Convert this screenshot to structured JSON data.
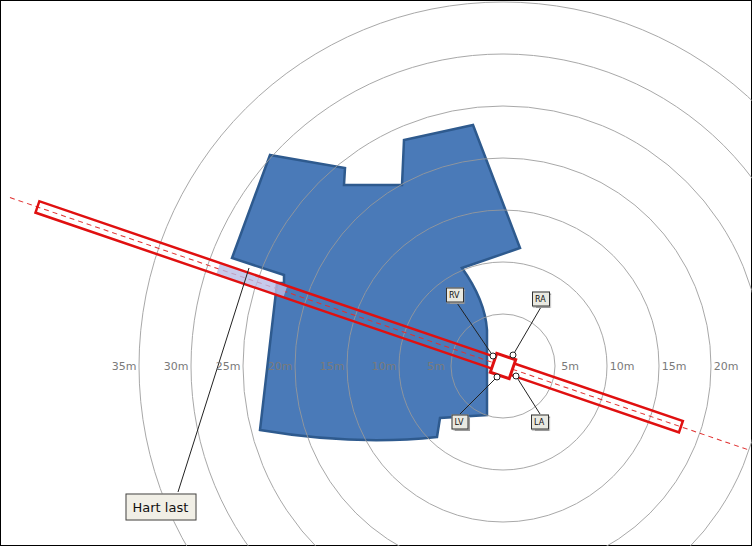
{
  "diagram": {
    "nodes": [
      {
        "text": [
          "RV"
        ]
      },
      {
        "text": [
          "RA"
        ]
      },
      {
        "text": [
          "LV"
        ]
      },
      {
        "text": [
          "LA"
        ]
      },
      {
        "text": [
          "Hart last"
        ]
      }
    ],
    "labels": [
      "35m",
      "30m",
      "25m",
      "20m",
      "15m",
      "10m",
      "5m",
      "5m",
      "10m",
      "15m",
      "20m"
    ]
  }
}
